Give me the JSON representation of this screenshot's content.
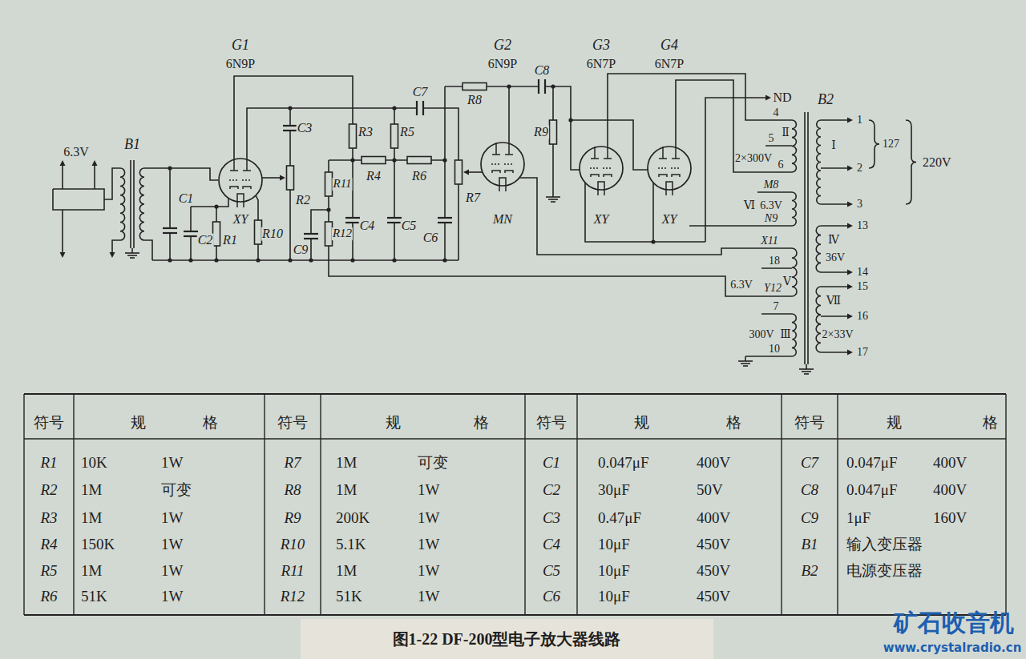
{
  "diagram": {
    "caption": "图1-22 DF-200型电子放大器线路",
    "nodes": [
      {
        "text": [
          "G1",
          "6N9P",
          "XY"
        ]
      },
      {
        "text": [
          "G2",
          "6N9P",
          "MN"
        ]
      },
      {
        "text": [
          "G3",
          "6N7P",
          "XY"
        ]
      },
      {
        "text": [
          "G4",
          "6N7P",
          "XY"
        ]
      }
    ],
    "labels": [
      "6.3V",
      "B1",
      "C1",
      "C2",
      "R1",
      "R10",
      "R2",
      "C3",
      "R3",
      "R5",
      "R4",
      "R6",
      "C4",
      "C5",
      "C6",
      "R11",
      "R12",
      "C9",
      "C7",
      "R8",
      "C8",
      "R9",
      "R7",
      "ND",
      "B2",
      "4",
      "5",
      "Ⅱ",
      "2×300V",
      "6",
      "M8",
      "Ⅵ",
      "6.3V",
      "N9",
      "X11",
      "18",
      "Ⅴ",
      "6.3V",
      "Y12",
      "7",
      "Ⅲ",
      "300V",
      "10",
      "1",
      "Ⅰ",
      "2",
      "3",
      "127",
      "220V",
      "13",
      "Ⅳ",
      "36V",
      "14",
      "15",
      "Ⅶ",
      "16",
      "2×33V",
      "17",
      "符号",
      "规",
      "格",
      "符号",
      "规",
      "格",
      "符号",
      "规",
      "格",
      "符号",
      "规",
      "格",
      "R1",
      "10K",
      "1W",
      "R7",
      "1M",
      "可变",
      "C1",
      "0.047μF",
      "400V",
      "C7",
      "0.047μF",
      "400V",
      "R2",
      "1M",
      "可变",
      "R8",
      "1M",
      "1W",
      "C2",
      "30μF",
      "50V",
      "C8",
      "0.047μF",
      "400V",
      "R3",
      "1M",
      "1W",
      "R9",
      "200K",
      "1W",
      "C3",
      "0.47μF",
      "400V",
      "C9",
      "1μF",
      "160V",
      "R4",
      "150K",
      "1W",
      "R10",
      "5.1K",
      "1W",
      "C4",
      "10μF",
      "450V",
      "B1",
      "输入变压器",
      "R5",
      "1M",
      "1W",
      "R11",
      "1M",
      "1W",
      "C5",
      "10μF",
      "450V",
      "B2",
      "电源变压器",
      "R6",
      "51K",
      "1W",
      "R12",
      "51K",
      "1W",
      "C6",
      "10μF",
      "450V",
      "矿石收音机",
      "www.crystalradio.cn"
    ]
  }
}
